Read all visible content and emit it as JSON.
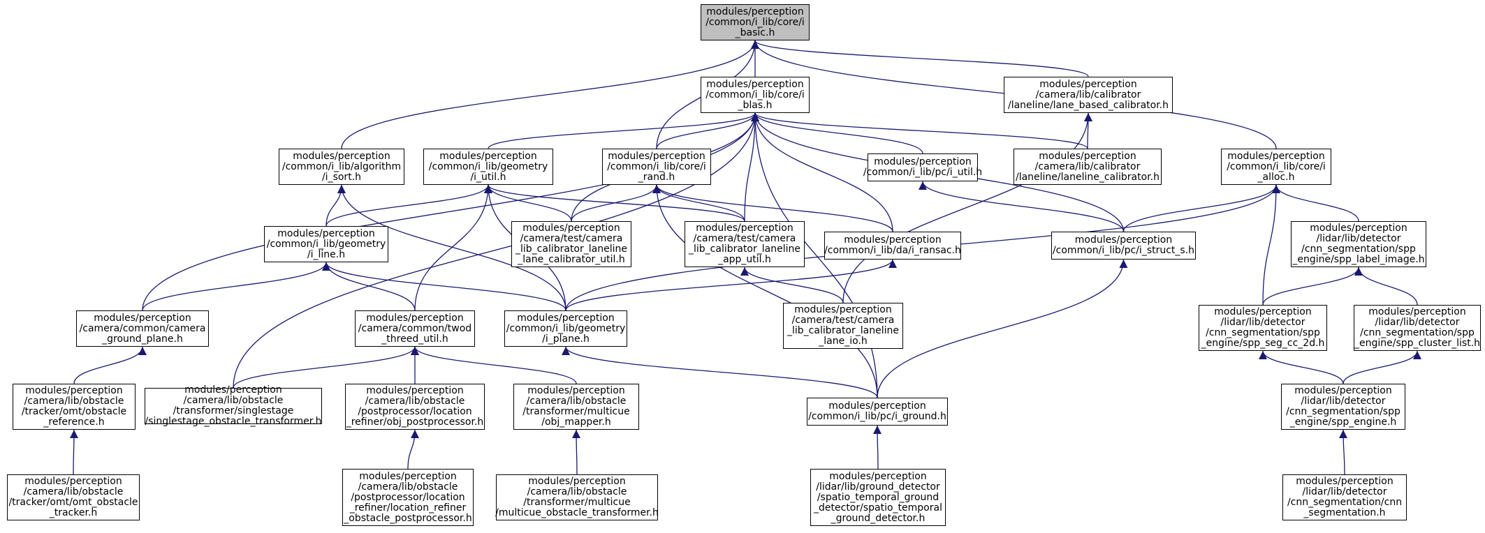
{
  "colors": {
    "edge": "#191970",
    "root_fill": "#bfbfbf",
    "node_fill": "#ffffff",
    "border": "#000000"
  },
  "nodes": [
    {
      "id": "basic",
      "root": true,
      "lines": [
        "modules/perception",
        "/common/i_lib/core/i",
        "_basic.h"
      ]
    },
    {
      "id": "blas",
      "lines": [
        "modules/perception",
        "/common/i_lib/core/i",
        "_blas.h"
      ]
    },
    {
      "id": "lbc",
      "lines": [
        "modules/perception",
        "/camera/lib/calibrator",
        "/laneline/lane_based_calibrator.h"
      ]
    },
    {
      "id": "sort",
      "lines": [
        "modules/perception",
        "/common/i_lib/algorithm",
        "/i_sort.h"
      ]
    },
    {
      "id": "util",
      "lines": [
        "modules/perception",
        "/common/i_lib/geometry",
        "/i_util.h"
      ]
    },
    {
      "id": "rand",
      "lines": [
        "modules/perception",
        "/common/i_lib/core/i",
        "_rand.h"
      ]
    },
    {
      "id": "pcutil",
      "lines": [
        "modules/perception",
        "/common/i_lib/pc/i_util.h"
      ]
    },
    {
      "id": "llc",
      "lines": [
        "modules/perception",
        "/camera/lib/calibrator",
        "/laneline/laneline_calibrator.h"
      ]
    },
    {
      "id": "alloc",
      "lines": [
        "modules/perception",
        "/common/i_lib/core/i",
        "_alloc.h"
      ]
    },
    {
      "id": "line",
      "lines": [
        "modules/perception",
        "/common/i_lib/geometry",
        "/i_line.h"
      ]
    },
    {
      "id": "tlcu",
      "lines": [
        "modules/perception",
        "/camera/test/camera",
        "_lib_calibrator_laneline",
        "_lane_calibrator_util.h"
      ]
    },
    {
      "id": "tlau",
      "lines": [
        "modules/perception",
        "/camera/test/camera",
        "_lib_calibrator_laneline",
        "_app_util.h"
      ]
    },
    {
      "id": "ransac",
      "lines": [
        "modules/perception",
        "/common/i_lib/da/i_ransac.h"
      ]
    },
    {
      "id": "structs",
      "lines": [
        "modules/perception",
        "/common/i_lib/pc/i_struct_s.h"
      ]
    },
    {
      "id": "sli",
      "lines": [
        "modules/perception",
        "/lidar/lib/detector",
        "/cnn_segmentation/spp",
        "_engine/spp_label_image.h"
      ]
    },
    {
      "id": "cgp",
      "lines": [
        "modules/perception",
        "/camera/common/camera",
        "_ground_plane.h"
      ]
    },
    {
      "id": "twod",
      "lines": [
        "modules/perception",
        "/camera/common/twod",
        "_threed_util.h"
      ]
    },
    {
      "id": "plane",
      "lines": [
        "modules/perception",
        "/common/i_lib/geometry",
        "/i_plane.h"
      ]
    },
    {
      "id": "tlio",
      "lines": [
        "modules/perception",
        "/camera/test/camera",
        "_lib_calibrator_laneline",
        "_lane_io.h"
      ]
    },
    {
      "id": "cc2d",
      "lines": [
        "modules/perception",
        "/lidar/lib/detector",
        "/cnn_segmentation/spp",
        "_engine/spp_seg_cc_2d.h"
      ]
    },
    {
      "id": "scl",
      "lines": [
        "modules/perception",
        "/lidar/lib/detector",
        "/cnn_segmentation/spp",
        "_engine/spp_cluster_list.h"
      ]
    },
    {
      "id": "oref",
      "lines": [
        "modules/perception",
        "/camera/lib/obstacle",
        "/tracker/omt/obstacle",
        "_reference.h"
      ]
    },
    {
      "id": "ssot",
      "lines": [
        "modules/perception",
        "/camera/lib/obstacle",
        "/transformer/singlestage",
        "/singlestage_obstacle_transformer.h"
      ]
    },
    {
      "id": "objpp",
      "lines": [
        "modules/perception",
        "/camera/lib/obstacle",
        "/postprocessor/location",
        "_refiner/obj_postprocessor.h"
      ]
    },
    {
      "id": "objmap",
      "lines": [
        "modules/perception",
        "/camera/lib/obstacle",
        "/transformer/multicue",
        "/obj_mapper.h"
      ]
    },
    {
      "id": "ground",
      "lines": [
        "modules/perception",
        "/common/i_lib/pc/i_ground.h"
      ]
    },
    {
      "id": "sppeng",
      "lines": [
        "modules/perception",
        "/lidar/lib/detector",
        "/cnn_segmentation/spp",
        "_engine/spp_engine.h"
      ]
    },
    {
      "id": "omt",
      "lines": [
        "modules/perception",
        "/camera/lib/obstacle",
        "/tracker/omt/omt_obstacle",
        "_tracker.h"
      ]
    },
    {
      "id": "lrop",
      "lines": [
        "modules/perception",
        "/camera/lib/obstacle",
        "/postprocessor/location",
        "_refiner/location_refiner",
        "_obstacle_postprocessor.h"
      ]
    },
    {
      "id": "mcot",
      "lines": [
        "modules/perception",
        "/camera/lib/obstacle",
        "/transformer/multicue",
        "/multicue_obstacle_transformer.h"
      ]
    },
    {
      "id": "stgd",
      "lines": [
        "modules/perception",
        "/lidar/lib/ground_detector",
        "/spatio_temporal_ground",
        "_detector/spatio_temporal",
        "_ground_detector.h"
      ]
    },
    {
      "id": "cnnseg",
      "lines": [
        "modules/perception",
        "/lidar/lib/detector",
        "/cnn_segmentation/cnn",
        "_segmentation.h"
      ]
    }
  ],
  "edges": [
    [
      "blas",
      "basic"
    ],
    [
      "lbc",
      "basic"
    ],
    [
      "sort",
      "basic"
    ],
    [
      "rand",
      "basic"
    ],
    [
      "alloc",
      "basic"
    ],
    [
      "util",
      "blas"
    ],
    [
      "rand",
      "blas"
    ],
    [
      "pcutil",
      "blas"
    ],
    [
      "llc",
      "blas"
    ],
    [
      "tlcu",
      "blas"
    ],
    [
      "tlau",
      "blas"
    ],
    [
      "ransac",
      "blas"
    ],
    [
      "structs",
      "blas"
    ],
    [
      "cgp",
      "blas"
    ],
    [
      "ssot",
      "blas"
    ],
    [
      "ground",
      "blas"
    ],
    [
      "llc",
      "lbc"
    ],
    [
      "tlio",
      "lbc"
    ],
    [
      "line",
      "sort"
    ],
    [
      "plane",
      "sort"
    ],
    [
      "line",
      "util"
    ],
    [
      "tlcu",
      "util"
    ],
    [
      "tlau",
      "util"
    ],
    [
      "twod",
      "util"
    ],
    [
      "plane",
      "util"
    ],
    [
      "tlcu",
      "rand"
    ],
    [
      "tlau",
      "rand"
    ],
    [
      "ransac",
      "rand"
    ],
    [
      "ground",
      "rand"
    ],
    [
      "structs",
      "pcutil"
    ],
    [
      "structs",
      "alloc"
    ],
    [
      "sli",
      "alloc"
    ],
    [
      "cc2d",
      "alloc"
    ],
    [
      "plane",
      "alloc"
    ],
    [
      "cgp",
      "line"
    ],
    [
      "twod",
      "line"
    ],
    [
      "plane",
      "line"
    ],
    [
      "tlio",
      "tlau"
    ],
    [
      "plane",
      "ransac"
    ],
    [
      "ground",
      "structs"
    ],
    [
      "cc2d",
      "sli"
    ],
    [
      "scl",
      "sli"
    ],
    [
      "oref",
      "cgp"
    ],
    [
      "ssot",
      "twod"
    ],
    [
      "objpp",
      "twod"
    ],
    [
      "objmap",
      "twod"
    ],
    [
      "ground",
      "plane"
    ],
    [
      "sppeng",
      "cc2d"
    ],
    [
      "sppeng",
      "scl"
    ],
    [
      "omt",
      "oref"
    ],
    [
      "lrop",
      "objpp"
    ],
    [
      "mcot",
      "objmap"
    ],
    [
      "stgd",
      "ground"
    ],
    [
      "cnnseg",
      "sppeng"
    ]
  ]
}
